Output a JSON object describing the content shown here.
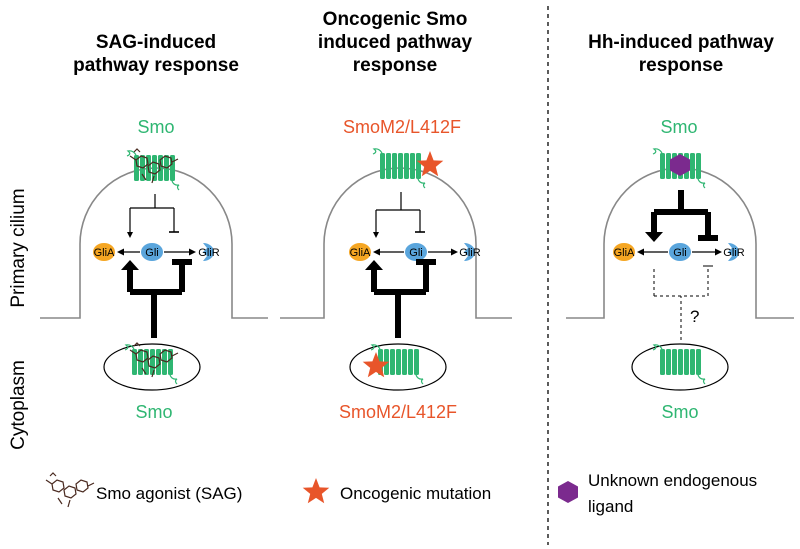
{
  "titles": {
    "panel1": [
      "SAG-induced",
      "pathway response"
    ],
    "panel2": [
      "Oncogenic Smo",
      "induced pathway",
      "response"
    ],
    "panel3": [
      "Hh-induced pathway",
      "response"
    ]
  },
  "side_labels": {
    "cilium": "Primary cilium",
    "cytoplasm": "Cytoplasm"
  },
  "receptor_labels": {
    "p1_top": "Smo",
    "p1_bottom": "Smo",
    "p2_top": "SmoM2/L412F",
    "p2_bottom": "SmoM2/L412F",
    "p3_top": "Smo",
    "p3_bottom": "Smo"
  },
  "nodes": {
    "glia": "GliA",
    "gli": "Gli",
    "glir": "GliR"
  },
  "question_mark": "?",
  "legend": {
    "agonist": "Smo agonist (SAG)",
    "mutation": "Oncogenic mutation",
    "ligand_line1": "Unknown endogenous",
    "ligand_line2": "ligand"
  },
  "colors": {
    "smo_green": "#2fb672",
    "onco_red": "#e8552a",
    "glia_orange": "#f5a623",
    "gli_blue": "#5aa5dc",
    "ligand_purple": "#7b2a8e",
    "sag_brown": "#4a2a20"
  }
}
